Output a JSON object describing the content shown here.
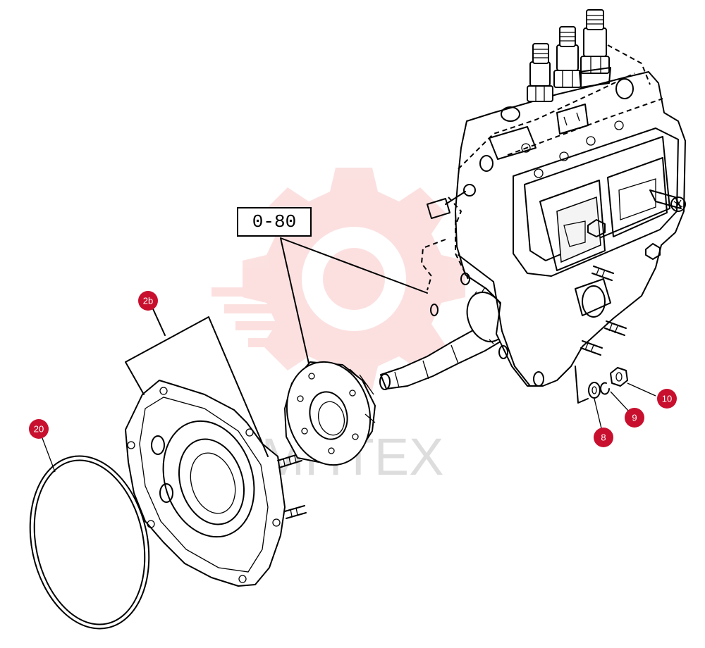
{
  "diagram": {
    "reference_box": "0-80",
    "watermark_text": "MHTEX",
    "callouts": [
      {
        "id": "20",
        "label": "20"
      },
      {
        "id": "2b",
        "label": "2b"
      },
      {
        "id": "8",
        "label": "8"
      },
      {
        "id": "9",
        "label": "9"
      },
      {
        "id": "10",
        "label": "10"
      }
    ],
    "colors": {
      "callout": "#c8102e",
      "line": "#000000",
      "watermark": "#f26b6b"
    }
  }
}
